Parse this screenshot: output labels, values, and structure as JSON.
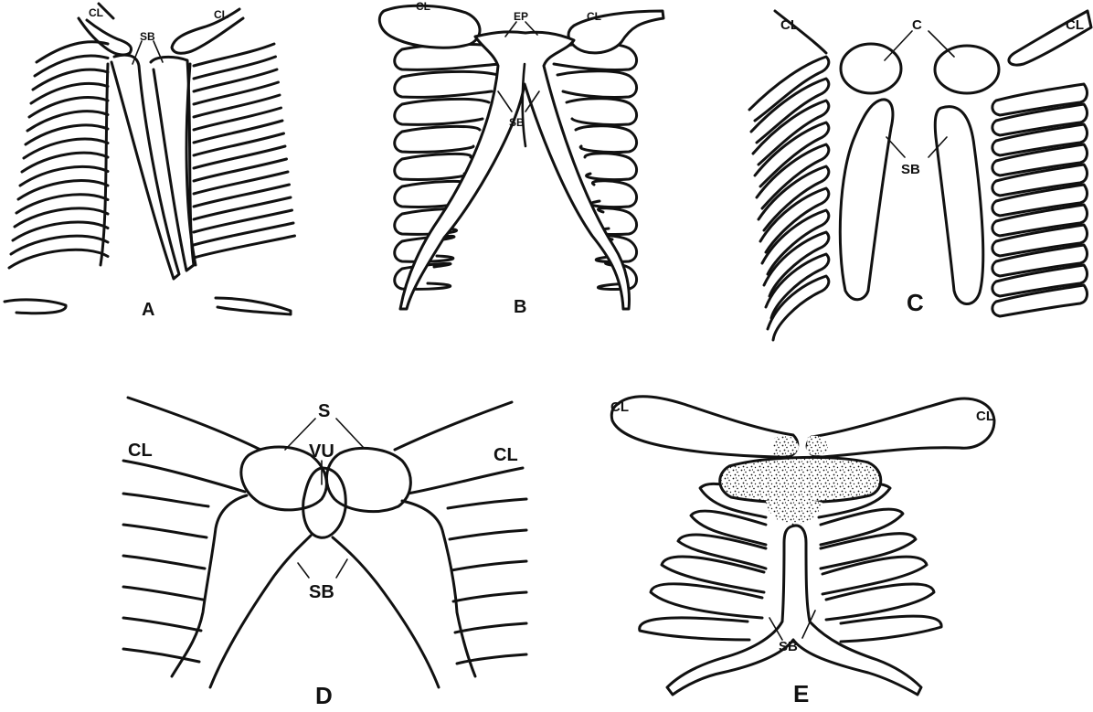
{
  "panels": {
    "A": {
      "letter": "A",
      "cl_left": "CL",
      "cl_right": "CL",
      "sb": "SB"
    },
    "B": {
      "letter": "B",
      "cl_left": "CL",
      "cl_right": "CL",
      "ep": "EP",
      "sb": "SB"
    },
    "C": {
      "letter": "C",
      "cl_left": "CL",
      "cl_right": "CL",
      "c": "C",
      "sb": "SB"
    },
    "D": {
      "letter": "D",
      "cl_left": "CL",
      "cl_right": "CL",
      "s": "S",
      "vu": "VU",
      "sb": "SB"
    },
    "E": {
      "letter": "E",
      "cl_left": "CL",
      "cl_right": "CL",
      "sb": "SB"
    }
  },
  "colors": {
    "stroke": "#111111",
    "background": "#ffffff"
  }
}
